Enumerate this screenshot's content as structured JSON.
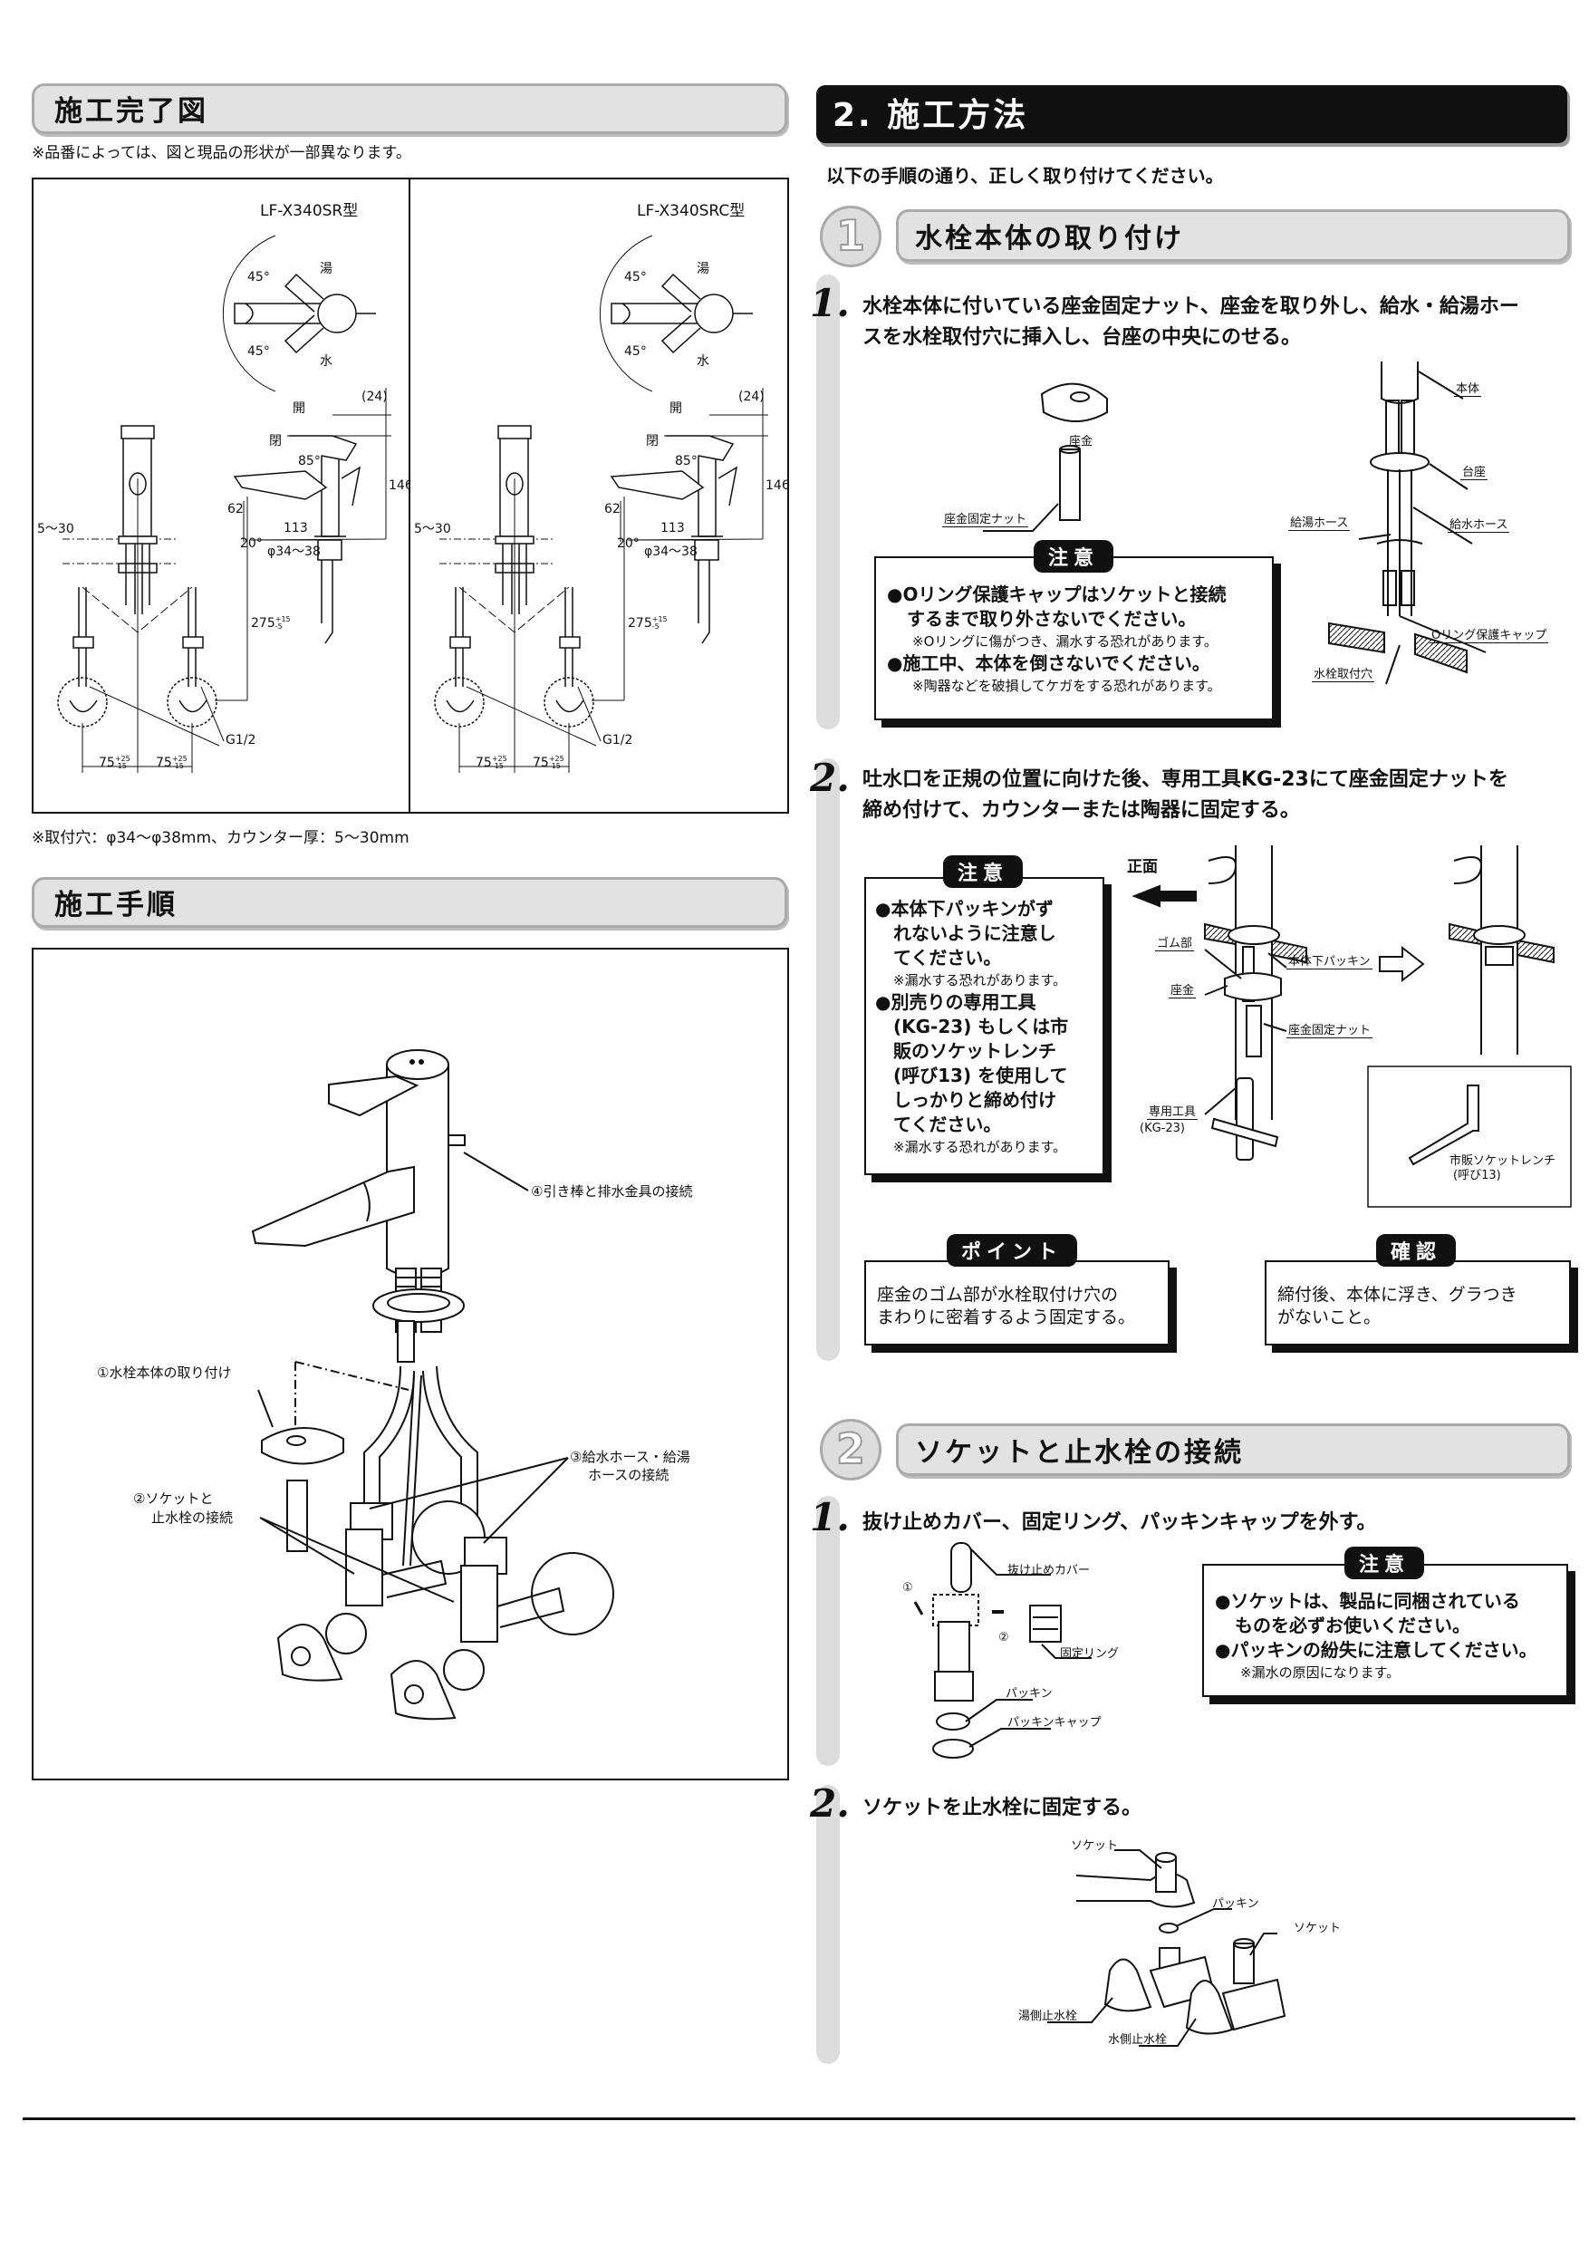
{
  "completion": {
    "title": "施工完了図",
    "note": "※品番によっては、図と現品の形状が一部異なります。",
    "footnote": "※取付穴：φ34～φ38mm、カウンター厚：5～30mm",
    "panels": [
      {
        "model": "LF-X340SR型"
      },
      {
        "model": "LF-X340SRC型"
      }
    ],
    "dims": {
      "angle_top": "45°",
      "angle_bottom": "45°",
      "hot": "湯",
      "cold": "水",
      "open": "開",
      "close": "閉",
      "d24": "(24)",
      "d146": "146",
      "d85": "85°",
      "d62": "62",
      "d113": "113",
      "d20": "20°",
      "hole": "φ34～38",
      "counter": "5～30",
      "d275": "275",
      "d275_tol_plus": "+15",
      "d275_tol_minus": "-5",
      "thread": "G1/2",
      "d75": "75",
      "d75_tol_plus": "+25",
      "d75_tol_minus": "-15"
    }
  },
  "procedure": {
    "title": "施工手順",
    "labels": {
      "step1": "①水栓本体の取り付け",
      "step2_line1": "②ソケットと",
      "step2_line2": "止水栓の接続",
      "step3_line1": "③給水ホース・給湯",
      "step3_line2": "ホースの接続",
      "step4": "④引き棒と排水金具の接続"
    }
  },
  "method": {
    "title": "2. 施工方法",
    "intro": "以下の手順の通り、正しく取り付けてください。",
    "section1": {
      "number": "1",
      "title": "水栓本体の取り付け",
      "step1": {
        "num": "1.",
        "text_line1": "水栓本体に付いている座金固定ナット、座金を取り外し、給水・給湯ホー",
        "text_line2": "スを水栓取付穴に挿入し、台座の中央にのせる。",
        "labels": {
          "washer": "座金",
          "washer_nut": "座金固定ナット",
          "body": "本体",
          "base": "台座",
          "hot_hose": "給湯ホース",
          "cold_hose": "給水ホース",
          "oring_cap": "Oリング保護キャップ",
          "mount_hole": "水栓取付穴"
        },
        "caution": {
          "badge": "注意",
          "item1_line1": "●Oリング保護キャップはソケットと接続",
          "item1_line2": "するまで取り外さないでください。",
          "item1_note": "※Oリングに傷がつき、漏水する恐れがあります。",
          "item2": "●施工中、本体を倒さないでください。",
          "item2_note": "※陶器などを破損してケガをする恐れがあります。"
        }
      },
      "step2": {
        "num": "2.",
        "text_line1": "吐水口を正規の位置に向けた後、専用工具KG-23にて座金固定ナットを",
        "text_line2": "締め付けて、カウンターまたは陶器に固定する。",
        "labels": {
          "front": "正面",
          "rubber": "ゴム部",
          "packing": "本体下パッキン",
          "washer": "座金",
          "washer_nut": "座金固定ナット",
          "tool": "専用工具",
          "tool_model": "(KG-23)",
          "socket_wrench": "市販ソケットレンチ",
          "socket_size": "(呼び13)"
        },
        "caution": {
          "badge": "注意",
          "item1": [
            "●本体下パッキンがず",
            "れないように注意し",
            "てください。"
          ],
          "item1_note": "※漏水する恐れがあります。",
          "item2": [
            "●別売りの専用工具",
            "(KG-23) もしくは市",
            "販のソケットレンチ",
            "(呼び13) を使用して",
            "しっかりと締め付け",
            "てください。"
          ],
          "item2_note": "※漏水する恐れがあります。"
        },
        "point": {
          "badge": "ポイント",
          "line1": "座金のゴム部が水栓取付け穴の",
          "line2": "まわりに密着するよう固定する。"
        },
        "confirm": {
          "badge": "確認",
          "line1": "締付後、本体に浮き、グラつき",
          "line2": "がないこと。"
        }
      }
    },
    "section2": {
      "number": "2",
      "title": "ソケットと止水栓の接続",
      "step1": {
        "num": "1.",
        "text": "抜け止めカバー、固定リング、パッキンキャップを外す。",
        "labels": {
          "cover": "抜け止めカバー",
          "n1": "①",
          "n2": "②",
          "ring": "固定リング",
          "packing": "パッキン",
          "packing_cap": "パッキンキャップ"
        },
        "caution": {
          "badge": "注意",
          "item1_line1": "●ソケットは、製品に同梱されている",
          "item1_line2": "ものを必ずお使いください。",
          "item2": "●パッキンの紛失に注意してください。",
          "item2_note": "※漏水の原因になります。"
        }
      },
      "step2": {
        "num": "2.",
        "text": "ソケットを止水栓に固定する。",
        "labels": {
          "socket1": "ソケット",
          "packing": "パッキン",
          "socket2": "ソケット",
          "hot_valve": "湯側止水栓",
          "cold_valve": "水側止水栓"
        }
      }
    }
  }
}
